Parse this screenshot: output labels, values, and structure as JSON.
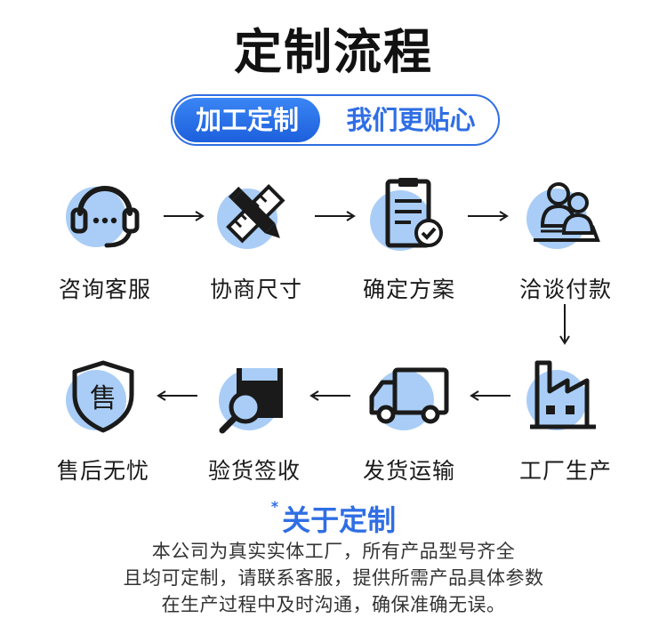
{
  "title": "定制流程",
  "pill": {
    "left": "加工定制",
    "right": "我们更贴心"
  },
  "steps": [
    {
      "label": "咨询客服",
      "icon": "headset-icon"
    },
    {
      "label": "协商尺寸",
      "icon": "ruler-pencil-icon"
    },
    {
      "label": "确定方案",
      "icon": "clipboard-check-icon"
    },
    {
      "label": "洽谈付款",
      "icon": "users-icon"
    },
    {
      "label": "工厂生产",
      "icon": "factory-icon"
    },
    {
      "label": "发货运输",
      "icon": "truck-icon"
    },
    {
      "label": "验货签收",
      "icon": "inspect-box-icon"
    },
    {
      "label": "售后无忧",
      "icon": "shield-icon",
      "icon_text": "售"
    }
  ],
  "about": {
    "star": "*",
    "title": "关于定制",
    "lines": [
      "本公司为真实实体工厂，所有产品型号齐全",
      "且均可定制，请联系客服，提供所需产品具体参数",
      "在生产过程中及时沟通，确保准确无误。"
    ]
  },
  "colors": {
    "accent": "#2f6ee4",
    "icon_bg": "#a9cdf6",
    "ink": "#1a1a1a"
  }
}
